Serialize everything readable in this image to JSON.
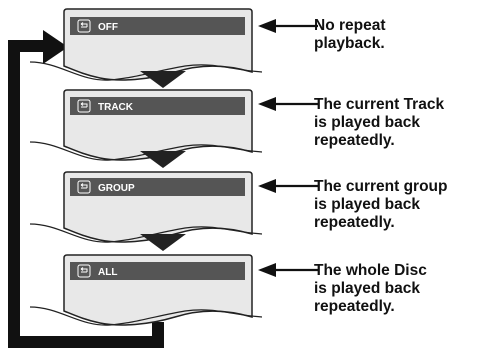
{
  "screens": [
    {
      "mode": "OFF",
      "description": [
        "No repeat",
        "playback."
      ]
    },
    {
      "mode": "TRACK",
      "description": [
        "The current Track",
        "is played back",
        "repeatedly."
      ]
    },
    {
      "mode": "GROUP",
      "description": [
        "The current group",
        "is played back",
        "repeatedly."
      ]
    },
    {
      "mode": "ALL",
      "description": [
        "The whole Disc",
        "is played back",
        "repeatedly."
      ]
    }
  ],
  "icons": {
    "bar_icon": "repeat-icon"
  },
  "colors": {
    "screen_fill": "#e8e8e8",
    "screen_stroke": "#222222",
    "bar_fill": "#555555",
    "arrow": "#111111"
  }
}
